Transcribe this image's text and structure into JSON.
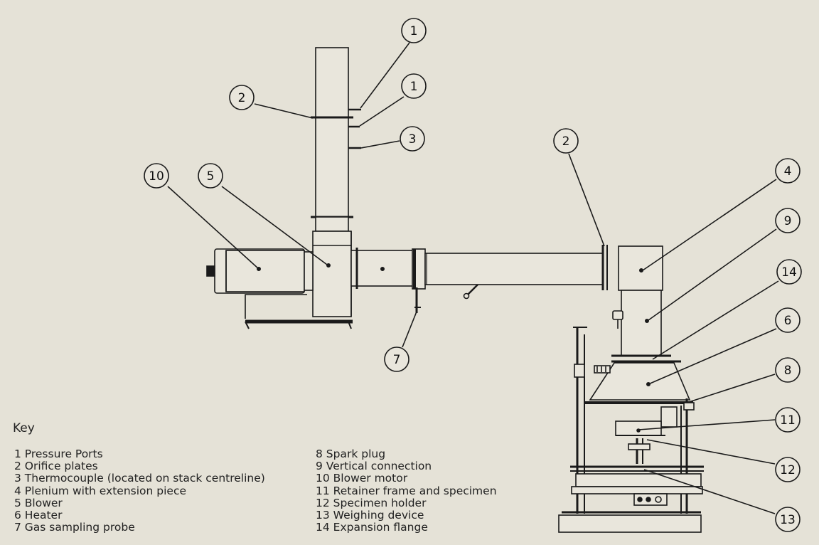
{
  "callouts": [
    {
      "id": "c1a",
      "label": "1"
    },
    {
      "id": "c1b",
      "label": "1"
    },
    {
      "id": "c2a",
      "label": "2"
    },
    {
      "id": "c3",
      "label": "3"
    },
    {
      "id": "c10",
      "label": "10"
    },
    {
      "id": "c5",
      "label": "5"
    },
    {
      "id": "c2b",
      "label": "2"
    },
    {
      "id": "c4",
      "label": "4"
    },
    {
      "id": "c9",
      "label": "9"
    },
    {
      "id": "c14",
      "label": "14"
    },
    {
      "id": "c6",
      "label": "6"
    },
    {
      "id": "c8",
      "label": "8"
    },
    {
      "id": "c11",
      "label": "11"
    },
    {
      "id": "c12",
      "label": "12"
    },
    {
      "id": "c13",
      "label": "13"
    },
    {
      "id": "c7",
      "label": "7"
    }
  ],
  "key": {
    "title": "Key",
    "col1": [
      "1 Pressure Ports",
      "2 Orifice plates",
      "3 Thermocouple (located on stack centreline)",
      "4 Plenium with extension piece",
      "5 Blower",
      "6 Heater",
      "7 Gas sampling probe"
    ],
    "col2": [
      "8 Spark plug",
      "9 Vertical connection",
      "10 Blower motor",
      "11 Retainer frame and specimen",
      "12 Specimen holder",
      "13 Weighing device",
      "14 Expansion flange"
    ]
  }
}
